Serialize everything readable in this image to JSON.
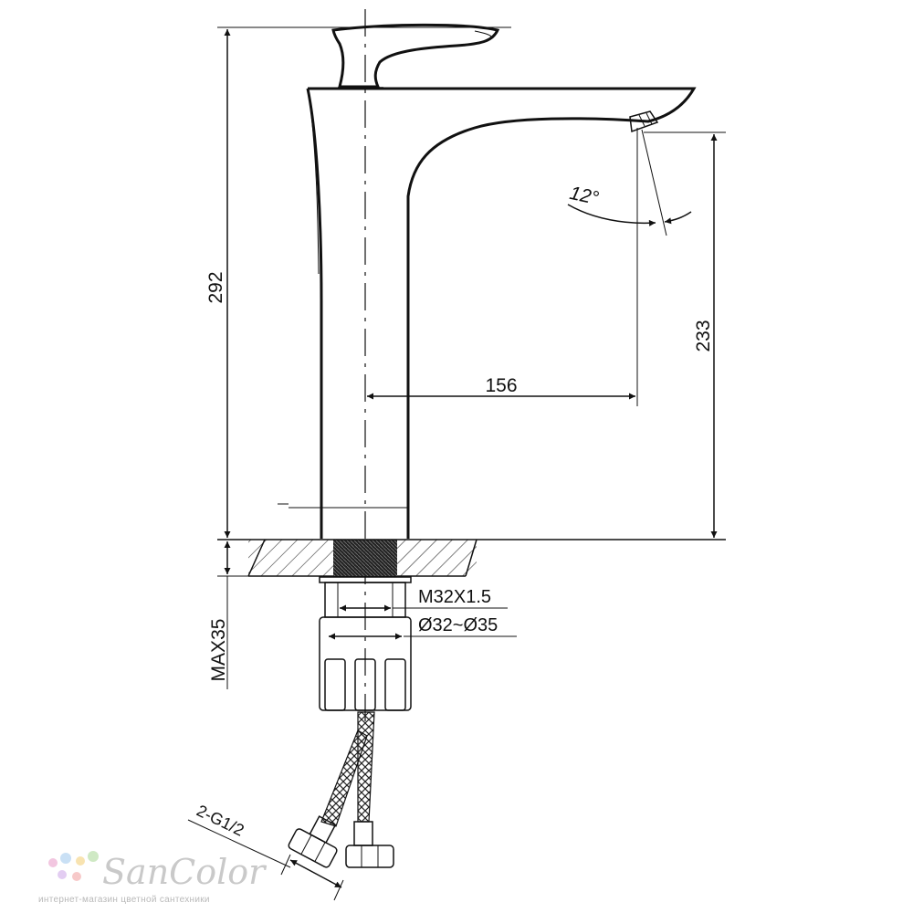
{
  "dimensions": {
    "total_height": "292",
    "spout_height": "233",
    "spout_reach": "156",
    "spout_angle": "12°",
    "thread": "M32X1.5",
    "hole_diameter": "Ø32~Ø35",
    "max_counter_thickness": "MAX35",
    "hose_connection": "2-G1/2"
  },
  "watermark": {
    "brand": "SanColor",
    "tagline": "интернет-магазин цветной сантехники",
    "dot_colors": [
      "#f2c6e0",
      "#c9e0f5",
      "#f8e3b0",
      "#cfe9c4",
      "#e3cdf2",
      "#f7c9c9"
    ]
  }
}
